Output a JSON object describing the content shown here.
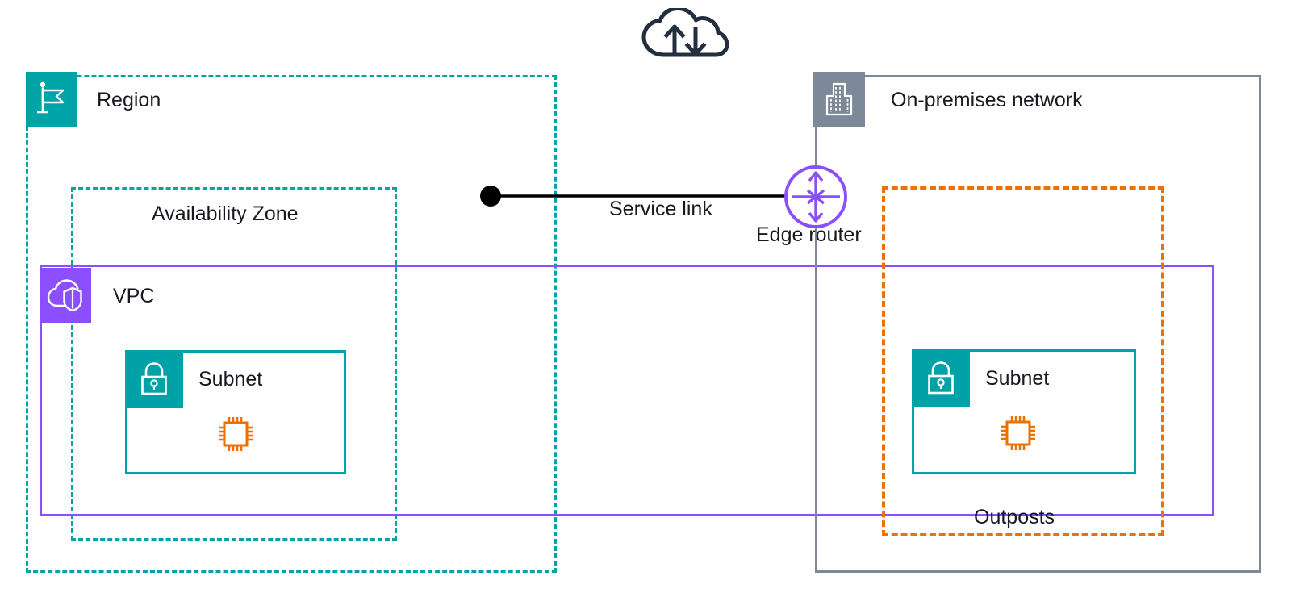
{
  "diagram": {
    "title": "AWS Outposts service link architecture",
    "type": "aws-architecture-diagram"
  },
  "colors": {
    "region_teal": "#00A4A6",
    "subnet_teal": "#00A1A7",
    "vpc_purple": "#8C4FFF",
    "outposts_orange": "#ED7100",
    "onprem_gray": "#7D8998",
    "instance_orange": "#ED7100",
    "cloud_navy": "#232F3E",
    "link_black": "#000000",
    "text": "#16191F"
  },
  "groups": {
    "region": {
      "label": "Region",
      "icon": "region-flag-icon",
      "border_style": "dashed",
      "color": "#00A4A6"
    },
    "availability_zone": {
      "label": "Availability Zone",
      "border_style": "dashed",
      "color": "#00A4A6"
    },
    "vpc": {
      "label": "VPC",
      "icon": "vpc-cloud-shield-icon",
      "border_style": "solid",
      "color": "#8C4FFF"
    },
    "on_premises": {
      "label": "On-premises network",
      "icon": "building-icon",
      "border_style": "solid",
      "color": "#7D8998"
    },
    "outposts": {
      "label": "Outposts",
      "border_style": "dashed",
      "color": "#ED7100"
    }
  },
  "subnets": [
    {
      "label": "Subnet",
      "icon": "subnet-lock-icon",
      "instance_icon": "ec2-instance-icon",
      "location": "region"
    },
    {
      "label": "Subnet",
      "icon": "subnet-lock-icon",
      "instance_icon": "ec2-instance-icon",
      "location": "outposts"
    }
  ],
  "connections": {
    "service_link": {
      "label": "Service link",
      "endpoint_icon": "endpoint-dot-icon"
    },
    "edge_router": {
      "label": "Edge router",
      "icon": "edge-router-icon"
    }
  },
  "internet": {
    "icon": "cloud-transfer-icon"
  }
}
